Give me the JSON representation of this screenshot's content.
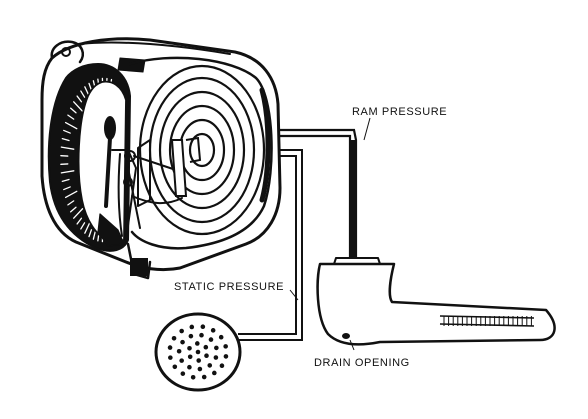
{
  "labels": {
    "ram_pressure": "RAM PRESSURE",
    "static_pressure": "STATIC PRESSURE",
    "drain_opening": "DRAIN OPENING"
  },
  "components": {
    "gauge": "airspeed-indicator-mechanism-icon",
    "diaphragm": "pressure-diaphragm-icon",
    "pitot_tube": "pitot-tube-icon",
    "static_port": "static-port-icon"
  },
  "colors": {
    "ink": "#111111",
    "background": "#ffffff"
  }
}
